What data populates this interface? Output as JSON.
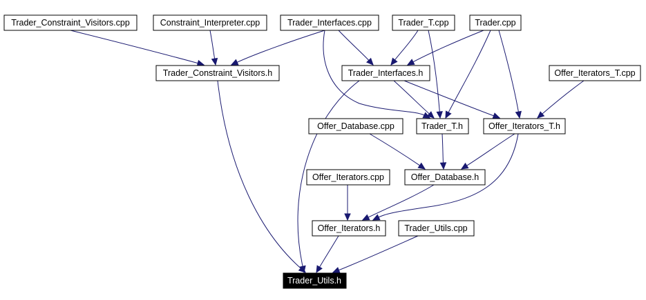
{
  "nodes": {
    "tcv_cpp": "Trader_Constraint_Visitors.cpp",
    "ci_cpp": "Constraint_Interpreter.cpp",
    "ti_cpp": "Trader_Interfaces.cpp",
    "tt_cpp": "Trader_T.cpp",
    "trader_cpp": "Trader.cpp",
    "tcv_h": "Trader_Constraint_Visitors.h",
    "ti_h": "Trader_Interfaces.h",
    "oit_cpp": "Offer_Iterators_T.cpp",
    "od_cpp": "Offer_Database.cpp",
    "tt_h": "Trader_T.h",
    "oit_h": "Offer_Iterators_T.h",
    "oi_cpp": "Offer_Iterators.cpp",
    "od_h": "Offer_Database.h",
    "oi_h": "Offer_Iterators.h",
    "tu_cpp": "Trader_Utils.cpp",
    "tu_h": "Trader_Utils.h"
  },
  "edges": [
    [
      "tcv_cpp",
      "tcv_h"
    ],
    [
      "ci_cpp",
      "tcv_h"
    ],
    [
      "ti_cpp",
      "tcv_h"
    ],
    [
      "ti_cpp",
      "ti_h"
    ],
    [
      "ti_cpp",
      "tt_h"
    ],
    [
      "tt_cpp",
      "ti_h"
    ],
    [
      "tt_cpp",
      "tt_h"
    ],
    [
      "trader_cpp",
      "ti_h"
    ],
    [
      "trader_cpp",
      "tt_h"
    ],
    [
      "trader_cpp",
      "oit_h"
    ],
    [
      "tcv_h",
      "tu_h"
    ],
    [
      "ti_h",
      "tt_h"
    ],
    [
      "ti_h",
      "oit_h"
    ],
    [
      "ti_h",
      "tu_h"
    ],
    [
      "oit_cpp",
      "oit_h"
    ],
    [
      "od_cpp",
      "od_h"
    ],
    [
      "tt_h",
      "od_h"
    ],
    [
      "oit_h",
      "od_h"
    ],
    [
      "oit_h",
      "oi_h"
    ],
    [
      "oi_cpp",
      "oi_h"
    ],
    [
      "od_h",
      "oi_h"
    ],
    [
      "oi_h",
      "tu_h"
    ],
    [
      "tu_cpp",
      "tu_h"
    ]
  ],
  "focus_node": "tu_h",
  "colors": {
    "edge": "#191970",
    "node_border": "#000000",
    "node_fill": "#ffffff",
    "focus_fill": "#000000",
    "focus_text": "#ffffff"
  }
}
